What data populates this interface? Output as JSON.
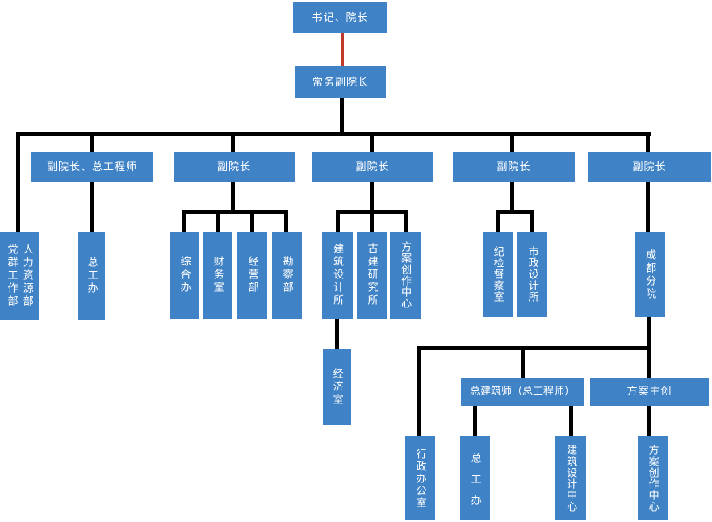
{
  "diagram": {
    "type": "org-chart",
    "colors": {
      "node_fill": "#4082C6",
      "node_text": "#FFFFFF",
      "connector": "#000000",
      "top_connector_red": "#C0392B",
      "background": "#FFFFFF"
    },
    "nodes": {
      "secretary_dean": {
        "label": "书记、院长"
      },
      "executive_vice_dean": {
        "label": "常务副院长"
      },
      "vice_dean_chief_engineer": {
        "label": "副院长、总工程师"
      },
      "vice_dean_1": {
        "label": "副院长"
      },
      "vice_dean_2": {
        "label": "副院长"
      },
      "vice_dean_3": {
        "label": "副院长"
      },
      "vice_dean_4": {
        "label": "副院长"
      },
      "party_mass_work_dept": {
        "label": "党群工作部"
      },
      "hr_dept": {
        "label": "人力资源部"
      },
      "chief_engineer_office": {
        "label": "总工办"
      },
      "general_office": {
        "label": "综合办"
      },
      "finance_office": {
        "label": "财务室"
      },
      "business_dept": {
        "label": "经营部"
      },
      "survey_dept": {
        "label": "勘察部"
      },
      "architecture_design_institute": {
        "label": "建筑设计所"
      },
      "ancient_architecture_institute": {
        "label": "古建研究所"
      },
      "scheme_creation_center": {
        "label": "方案创作中心"
      },
      "discipline_inspection_office": {
        "label": "纪检督察室"
      },
      "municipal_design_institute": {
        "label": "市政设计所"
      },
      "chengdu_branch": {
        "label": "成都分院"
      },
      "economy_office": {
        "label": "经济室"
      },
      "chief_architect": {
        "label": "总建筑师（总工程师）"
      },
      "scheme_lead": {
        "label": "方案主创"
      },
      "admin_office": {
        "label": "行政办公室"
      },
      "chengdu_chief_engineer_office": {
        "label": "总　工　办"
      },
      "architecture_design_center": {
        "label": "建筑设计中心"
      },
      "chengdu_scheme_creation_center": {
        "label": "方案创作中心"
      }
    },
    "edges": [
      {
        "from": "secretary_dean",
        "to": "executive_vice_dean",
        "color": "red"
      },
      {
        "from": "executive_vice_dean",
        "to": "party_mass_work_dept"
      },
      {
        "from": "executive_vice_dean",
        "to": "hr_dept"
      },
      {
        "from": "executive_vice_dean",
        "to": "vice_dean_chief_engineer"
      },
      {
        "from": "executive_vice_dean",
        "to": "vice_dean_1"
      },
      {
        "from": "executive_vice_dean",
        "to": "vice_dean_2"
      },
      {
        "from": "executive_vice_dean",
        "to": "vice_dean_3"
      },
      {
        "from": "executive_vice_dean",
        "to": "vice_dean_4"
      },
      {
        "from": "vice_dean_chief_engineer",
        "to": "chief_engineer_office"
      },
      {
        "from": "vice_dean_1",
        "to": "general_office"
      },
      {
        "from": "vice_dean_1",
        "to": "finance_office"
      },
      {
        "from": "vice_dean_1",
        "to": "business_dept"
      },
      {
        "from": "vice_dean_1",
        "to": "survey_dept"
      },
      {
        "from": "vice_dean_2",
        "to": "architecture_design_institute"
      },
      {
        "from": "vice_dean_2",
        "to": "ancient_architecture_institute"
      },
      {
        "from": "vice_dean_2",
        "to": "scheme_creation_center"
      },
      {
        "from": "architecture_design_institute",
        "to": "economy_office"
      },
      {
        "from": "vice_dean_3",
        "to": "discipline_inspection_office"
      },
      {
        "from": "vice_dean_3",
        "to": "municipal_design_institute"
      },
      {
        "from": "vice_dean_4",
        "to": "chengdu_branch"
      },
      {
        "from": "chengdu_branch",
        "to": "admin_office"
      },
      {
        "from": "chengdu_branch",
        "to": "chief_architect"
      },
      {
        "from": "chengdu_branch",
        "to": "scheme_lead"
      },
      {
        "from": "chief_architect",
        "to": "chengdu_chief_engineer_office"
      },
      {
        "from": "chief_architect",
        "to": "architecture_design_center"
      },
      {
        "from": "scheme_lead",
        "to": "chengdu_scheme_creation_center"
      }
    ]
  }
}
